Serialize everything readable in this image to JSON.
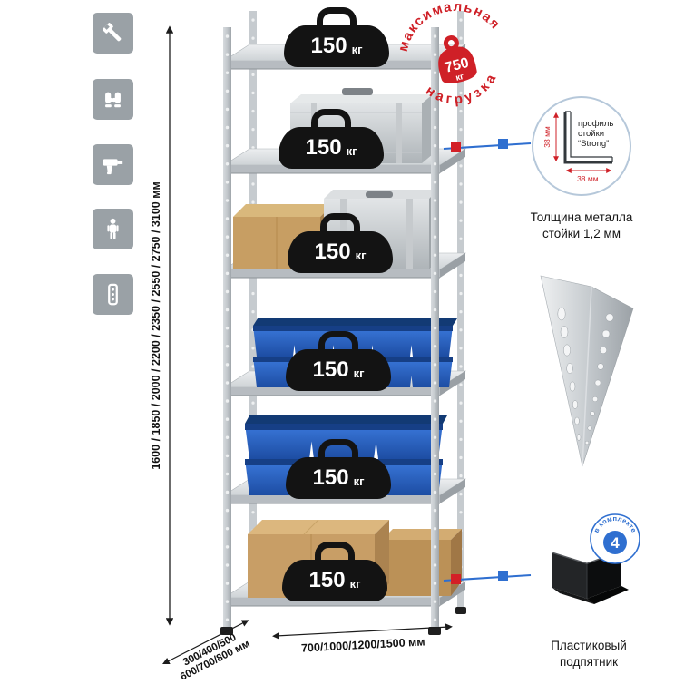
{
  "colors": {
    "accent_red": "#cf2027",
    "accent_blue": "#2f6fd0",
    "icon_gray": "#9aa1a6",
    "metal_gray": "#c6cbcf",
    "bin_blue": "#2d6ac6",
    "cardboard_tan": "#c89e66"
  },
  "sidebar_icons": [
    {
      "name": "wrench-icon"
    },
    {
      "name": "gloves-icon"
    },
    {
      "name": "drill-icon"
    },
    {
      "name": "person-icon"
    },
    {
      "name": "perforated-profile-icon"
    }
  ],
  "dimensions": {
    "height": "1600 / 1850 / 2000 / 2200 / 2350 / 2550 / 2750 / 3100 мм",
    "depth_line1": "300/400/500",
    "depth_line2": "600/700/800 мм",
    "width": "700/1000/1200/1500 мм"
  },
  "loads": [
    {
      "value": "150",
      "unit": "кг"
    },
    {
      "value": "150",
      "unit": "кг"
    },
    {
      "value": "150",
      "unit": "кг"
    },
    {
      "value": "150",
      "unit": "кг"
    },
    {
      "value": "150",
      "unit": "кг"
    },
    {
      "value": "150",
      "unit": "кг"
    }
  ],
  "stamp": {
    "arc_top": "максимальная",
    "arc_bottom": "нагрузка",
    "value": "750",
    "unit": "кг"
  },
  "profile": {
    "line1": "профиль",
    "line2": "стойки",
    "line3": "“Strong”",
    "dim_side": "38 мм",
    "dim_bottom": "38 мм.",
    "note1": "Толщина металла",
    "note2": "стойки 1,2 мм"
  },
  "foot": {
    "badge_value": "4",
    "badge_arc": "в комплекте",
    "label1": "Пластиковый",
    "label2": "подпятник"
  }
}
